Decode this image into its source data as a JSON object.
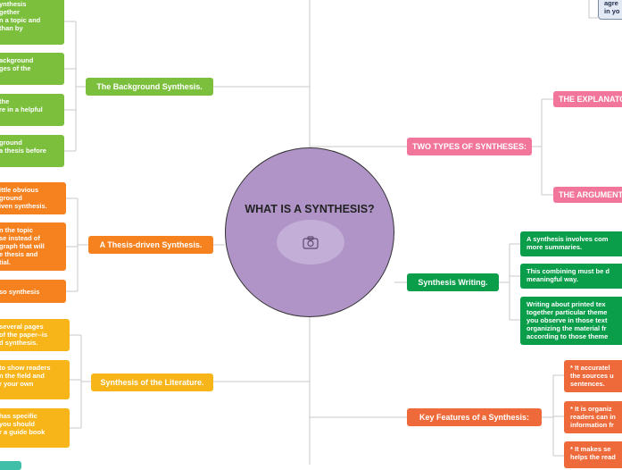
{
  "center": {
    "title": "WHAT IS A SYNTHESIS?",
    "icon": "camera-icon"
  },
  "callout": {
    "text": "agre\nin yo"
  },
  "left": {
    "background": {
      "label": "The Background Synthesis.",
      "leaves": [
        "ynthesis\ngether\nn a topic and\nthan by",
        "ackground\nges of the",
        "the\nre in a helpful",
        "ground\na thesis before"
      ]
    },
    "thesis": {
      "label": "A Thesis-driven Synthesis.",
      "leaves": [
        "ittle obvious\nground\niven synthesis.",
        "n the topic\nse instead of\ngraph that will\ne thesis and\ntial.",
        "so synthesis"
      ]
    },
    "literature": {
      "label": "Synthesis of the Literature.",
      "leaves": [
        " several pages\nof the paper--is\nd synthesis.",
        "to show readers\nn the field and\nr your own",
        "has specific\nyou should\nr a guide book"
      ]
    }
  },
  "right": {
    "types": {
      "label": "TWO TYPES OF SYNTHESES:",
      "leaves": [
        "THE EXPLANATO",
        "THE ARGUMENT"
      ]
    },
    "writing": {
      "label": "Synthesis Writing.",
      "leaves": [
        "A synthesis involves com\nmore summaries.",
        "This combining must be d\nmeaningful way.",
        "Writing about printed tex\ntogether particular theme\nyou observe in those text\norganizing the material fr\naccording to those theme"
      ]
    },
    "features": {
      "label": "Key Features of a Synthesis:",
      "leaves": [
        "* It accuratel\nthe sources u\nsentences.",
        "* It is organiz\nreaders can in\ninformation fr",
        "* It makes se\nhelps the read"
      ]
    }
  },
  "colors": {
    "green": "#7bbf3d",
    "orange": "#f5811f",
    "yellow": "#f7b51a",
    "pink": "#f2769b",
    "dark_green": "#0a9e4b",
    "coral": "#ef6a3a",
    "center": "#b094c8",
    "connector": "#c8c8c8"
  }
}
